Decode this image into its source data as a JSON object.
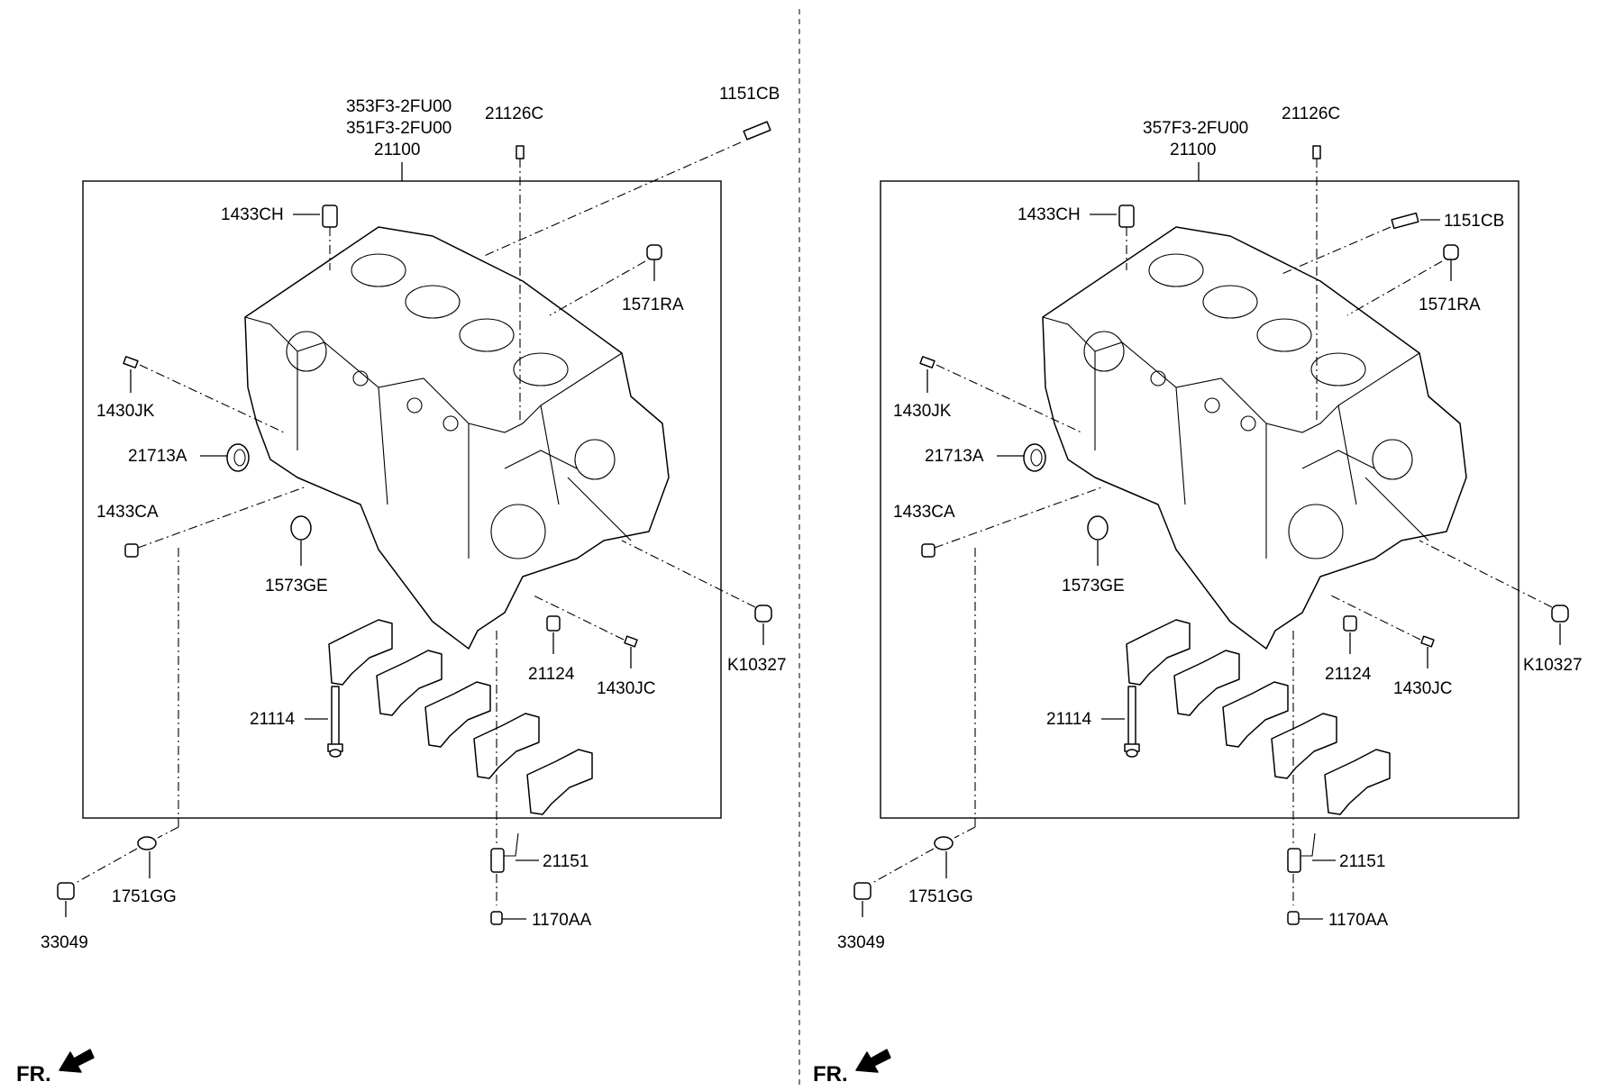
{
  "left_panel": {
    "block_codes": [
      "353F3-2FU00",
      "351F3-2FU00",
      "21100"
    ],
    "labels": {
      "p21126c": "21126C",
      "p1151cb": "1151CB",
      "p1433ch": "1433CH",
      "p1571ra": "1571RA",
      "p1430jk": "1430JK",
      "p21713a": "21713A",
      "p1433ca": "1433CA",
      "p1573ge": "1573GE",
      "pk10327": "K10327",
      "p21124": "21124",
      "p1430jc": "1430JC",
      "p21114": "21114",
      "p21151": "21151",
      "p1751gg": "1751GG",
      "p1170aa": "1170AA",
      "p33049": "33049"
    },
    "front_marker": "FR."
  },
  "right_panel": {
    "block_codes": [
      "357F3-2FU00",
      "21100"
    ],
    "labels": {
      "p21126c": "21126C",
      "p1151cb": "1151CB",
      "p1433ch": "1433CH",
      "p1571ra": "1571RA",
      "p1430jk": "1430JK",
      "p21713a": "21713A",
      "p1433ca": "1433CA",
      "p1573ge": "1573GE",
      "pk10327": "K10327",
      "p21124": "21124",
      "p1430jc": "1430JC",
      "p21114": "21114",
      "p21151": "21151",
      "p1751gg": "1751GG",
      "p1170aa": "1170AA",
      "p33049": "33049"
    },
    "front_marker": "FR."
  }
}
